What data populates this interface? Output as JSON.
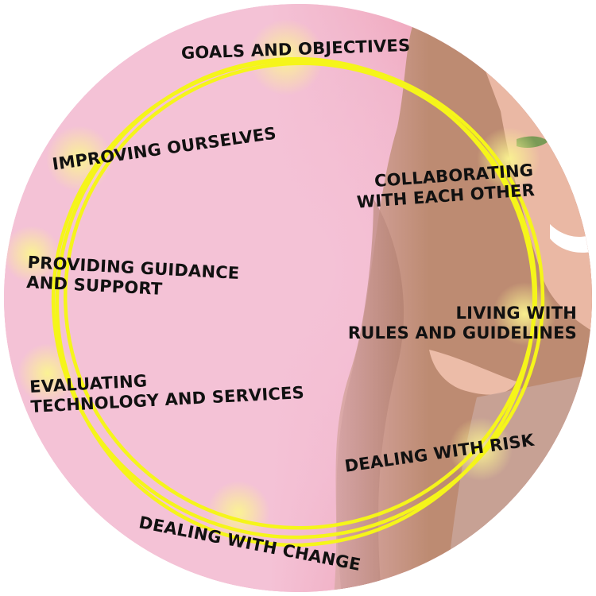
{
  "colors": {
    "disc_pink": "#f2a8c0",
    "disc_light": "#f4c2d6",
    "ring_yellow": "#f5f51a",
    "glow_yellow": "#f8f27a",
    "hair_brown": "#b8836a",
    "skin": "#e9b8a6",
    "text": "#111111"
  },
  "icons": {
    "photo": "woman-smiling-portrait"
  },
  "labels": {
    "goals": "GOALS AND OBJECTIVES",
    "improving": "IMPROVING OURSELVES",
    "collab_1": "COLLABORATING",
    "collab_2": "WITH EACH OTHER",
    "guidance_1": "PROVIDING GUIDANCE",
    "guidance_2": "AND SUPPORT",
    "rules_1": "LIVING WITH",
    "rules_2": "RULES AND GUIDELINES",
    "evaluating_1": "EVALUATING",
    "evaluating_2": "TECHNOLOGY AND SERVICES",
    "risk": "DEALING WITH RISK",
    "change": "DEALING WITH CHANGE"
  }
}
